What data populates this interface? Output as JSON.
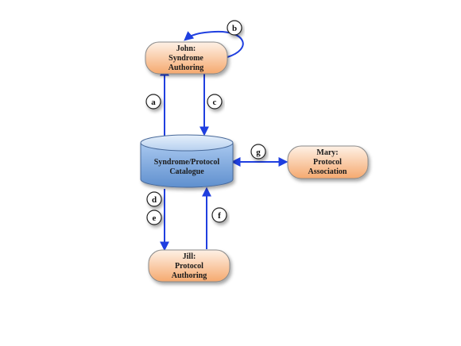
{
  "nodes": {
    "john": {
      "lines": [
        "John:",
        "Syndrome",
        "Authoring"
      ]
    },
    "catalogue": {
      "lines": [
        "Syndrome/Protocol",
        "Catalogue"
      ]
    },
    "mary": {
      "lines": [
        "Mary:",
        "Protocol",
        "Association"
      ]
    },
    "jill": {
      "lines": [
        "Jill:",
        "Protocol",
        "Authoring"
      ]
    }
  },
  "edge_labels": {
    "a": "a",
    "b": "b",
    "c": "c",
    "d": "d",
    "e": "e",
    "f": "f",
    "g": "g"
  },
  "colors": {
    "arrow": "#1f3fe0",
    "node_fill_light": "#fde9d9",
    "node_fill_dark": "#f6b383",
    "node_stroke": "#7f7f7f",
    "cylinder_fill_light": "#d6e6f7",
    "cylinder_fill_dark": "#6f9fd8",
    "cylinder_stroke": "#4a6a9a"
  }
}
